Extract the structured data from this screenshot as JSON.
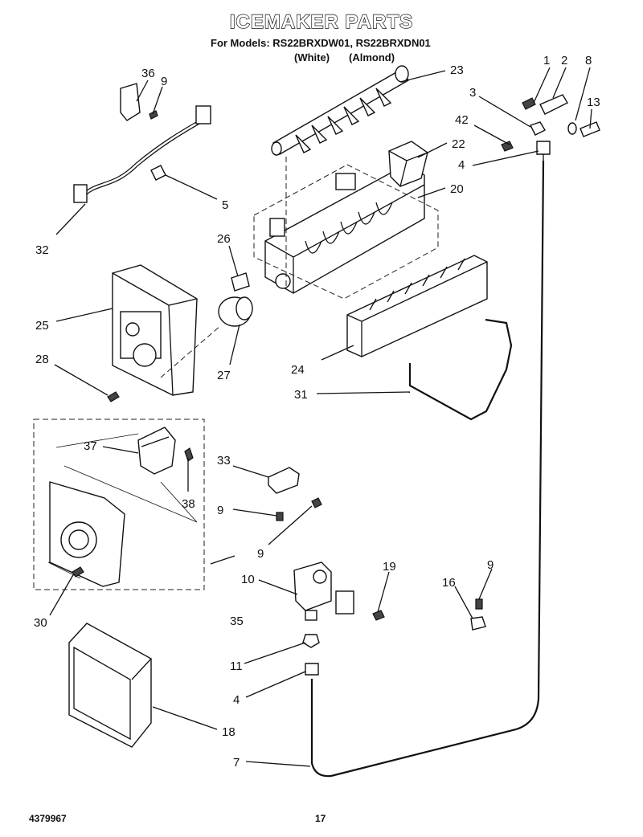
{
  "header": {
    "title": "ICEMAKER PARTS",
    "models_line": "For Models: RS22BRXDW01, RS22BRXDN01",
    "variant_white": "(White)",
    "variant_almond": "(Almond)"
  },
  "footer": {
    "doc_number": "4379967",
    "page_number": "17"
  },
  "callouts": {
    "c1": "1",
    "c2": "2",
    "c3": "3",
    "c4a": "4",
    "c4b": "4",
    "c5": "5",
    "c7": "7",
    "c8": "8",
    "c9a": "9",
    "c9b": "9",
    "c9c": "9",
    "c9d": "9",
    "c10": "10",
    "c11": "11",
    "c13": "13",
    "c16": "16",
    "c18": "18",
    "c19": "19",
    "c20": "20",
    "c22": "22",
    "c23": "23",
    "c24": "24",
    "c25": "25",
    "c26": "26",
    "c27": "27",
    "c28": "28",
    "c30": "30",
    "c31": "31",
    "c32": "32",
    "c33": "33",
    "c35": "35",
    "c36": "36",
    "c37": "37",
    "c38": "38",
    "c42": "42"
  }
}
